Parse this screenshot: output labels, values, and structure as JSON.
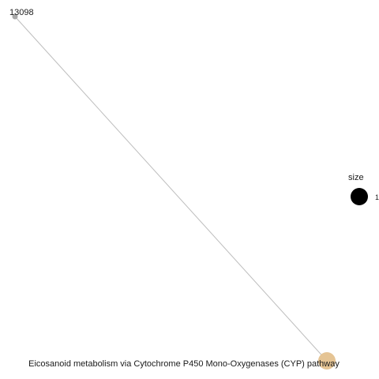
{
  "network": {
    "nodes": [
      {
        "id": "gene",
        "label": "13098",
        "color": "#a9a9a9"
      },
      {
        "id": "pathway",
        "label": "Eicosanoid metabolism via Cytochrome P450 Mono-Oxygenases (CYP) pathway",
        "color": "#e5c494"
      }
    ],
    "edges": [
      {
        "source": "gene",
        "target": "pathway",
        "color": "#bdbdbd"
      }
    ]
  },
  "legend": {
    "title": "size",
    "items": [
      {
        "label": "1",
        "color": "#000000"
      }
    ]
  }
}
